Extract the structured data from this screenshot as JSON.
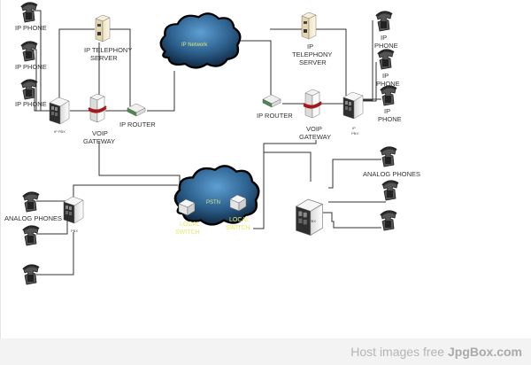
{
  "diagram": {
    "title": "VoIP network diagram",
    "clouds": {
      "ip_network": "IP Network",
      "pstn": "PSTN"
    },
    "left_site": {
      "ip_phones": [
        "IP PHONE",
        "IP PHONE",
        "IP PHONE"
      ],
      "ip_pbx": "IP PBX",
      "ip_telephony_server": [
        "IP TELEPHONY",
        "SERVER"
      ],
      "voip_gateway": [
        "VOIP",
        "GATEWAY"
      ],
      "ip_router": "IP ROUTER"
    },
    "right_site": {
      "ip_phones": [
        [
          "IP",
          "PHONE"
        ],
        [
          "IP",
          "PHONE"
        ],
        [
          "IP",
          "PHONE"
        ]
      ],
      "ip_pbx": [
        "IP",
        "PBX"
      ],
      "ip_telephony_server": [
        "IP",
        "TELEPHONY",
        "SERVER"
      ],
      "voip_gateway": [
        "VOIP",
        "GATEWAY"
      ],
      "ip_router": "IP ROUTER"
    },
    "pstn_side": {
      "local_switch_left": [
        "LOCAL",
        "SWITCH"
      ],
      "local_switch_right": [
        "LOCAL",
        "SWITCH"
      ],
      "left_pbx": "PBX",
      "left_analog_label": "ANALOG PHONES",
      "right_pbx": "PBX",
      "right_analog_label": "ANALOG PHONES"
    }
  },
  "footer": {
    "prefix": "Host images free ",
    "brand": "JpgBox.com"
  }
}
